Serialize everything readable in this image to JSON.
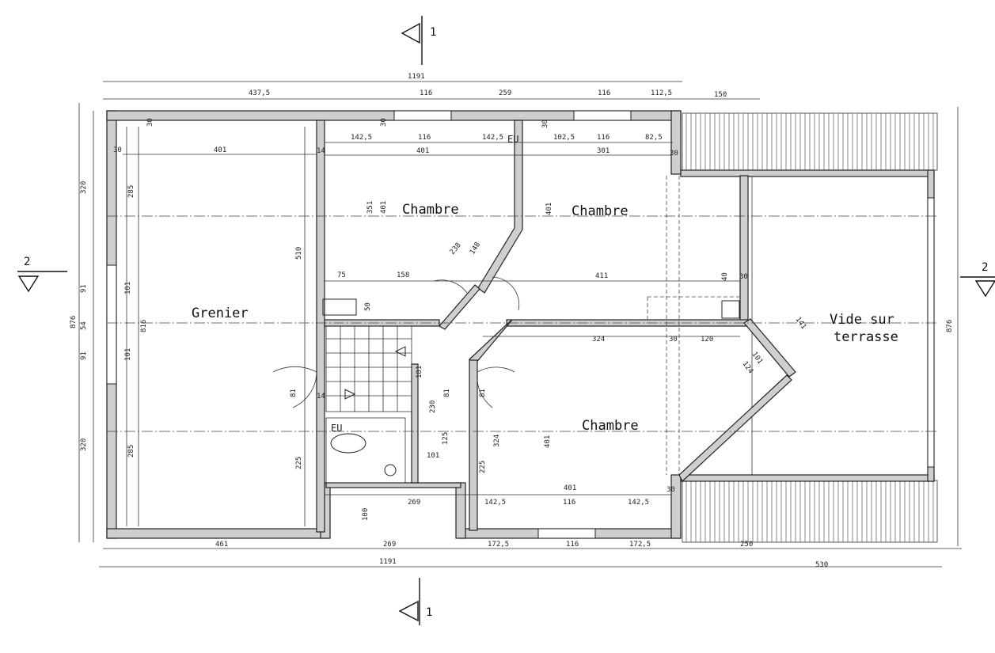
{
  "rooms": {
    "grenier": "Grenier",
    "chambre_1": "Chambre",
    "chambre_2": "Chambre",
    "chambre_3": "Chambre",
    "vide_line1": "Vide sur",
    "vide_line2": "terrasse"
  },
  "sections": {
    "top": "1",
    "bottom": "1",
    "left": "2",
    "right": "2"
  },
  "fixtures": {
    "ec_1": "EU",
    "ec_2": "EU"
  },
  "dimensions": {
    "top_total": "1191",
    "top_1": "437,5",
    "top_2": "116",
    "top_3": "259",
    "top_4": "116",
    "top_5": "112,5",
    "top_6": "150",
    "bot_1": "461",
    "bot_2": "269",
    "bot_3": "172,5",
    "bot_4": "116",
    "bot_5": "172,5",
    "bot_6": "250",
    "bot_total": "1191",
    "bot_right": "530",
    "left_1": "320",
    "left_2": "91",
    "left_3": "54",
    "left_4": "91",
    "left_5": "320",
    "left_total": "876",
    "right_total": "876",
    "grenier_w": "401",
    "grenier_h1": "285",
    "grenier_h2": "285",
    "grenier_h3": "510",
    "grenier_h4": "225",
    "grenier_816": "816",
    "grenier_101a": "101",
    "grenier_101b": "101",
    "win1": "142,5",
    "win2": "116",
    "win3": "142,5",
    "win4": "102,5",
    "win5": "116",
    "win6": "82,5",
    "ch1_w": "401",
    "ch2_w": "301",
    "ch1_h1": "351",
    "ch1_h2": "401",
    "ch2_h": "401",
    "d_75": "75",
    "d_158": "158",
    "d_411": "411",
    "d_238": "238",
    "d_148": "148",
    "d_324": "324",
    "d_120": "120",
    "d_141": "141",
    "d_124": "124",
    "d_101c": "101",
    "ch3_w": "401",
    "ch3_h": "401",
    "ch3_324": "324",
    "ch3_225": "225",
    "b_142a": "142,5",
    "b_116": "116",
    "b_142b": "142,5",
    "b_269": "269",
    "b_100": "100",
    "b_181": "181",
    "b_230": "230",
    "b_125": "125",
    "b_101": "101",
    "t_30a": "30",
    "t_30b": "30",
    "t_30c": "30",
    "t_30d": "30",
    "t_30e": "30",
    "t_30f": "30",
    "t_30g": "30",
    "t_30h": "30",
    "t_14a": "14",
    "t_14b": "14",
    "t_50": "50",
    "t_81a": "81",
    "t_81b": "81",
    "t_81c": "81",
    "t_40": "40"
  },
  "colors": {
    "ink": "#222222",
    "wall_fill": "#cfcfcf",
    "paper": "#ffffff"
  }
}
